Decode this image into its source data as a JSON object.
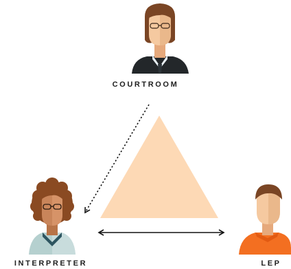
{
  "nodes": {
    "courtroom": {
      "label": "COURTROOM",
      "icon": "judge-avatar-icon"
    },
    "interpreter": {
      "label": "INTERPRETER",
      "icon": "interpreter-avatar-icon"
    },
    "lep": {
      "label": "LEP",
      "icon": "lep-avatar-icon"
    }
  },
  "colors": {
    "triangle": "#fdd9b5",
    "skin_light": "#f5c9a0",
    "skin_shade": "#e6a97c",
    "hair_brown": "#7a4524",
    "hair_curly": "#8a4a22",
    "suit": "#23272a",
    "shirt_collar": "#e9f1f6",
    "interpreter_top": "#b5d0cf",
    "lep_top": "#f36f21",
    "interpreter_skin": "#c9855a",
    "arrow": "#111111",
    "text": "#1e1e1e"
  }
}
